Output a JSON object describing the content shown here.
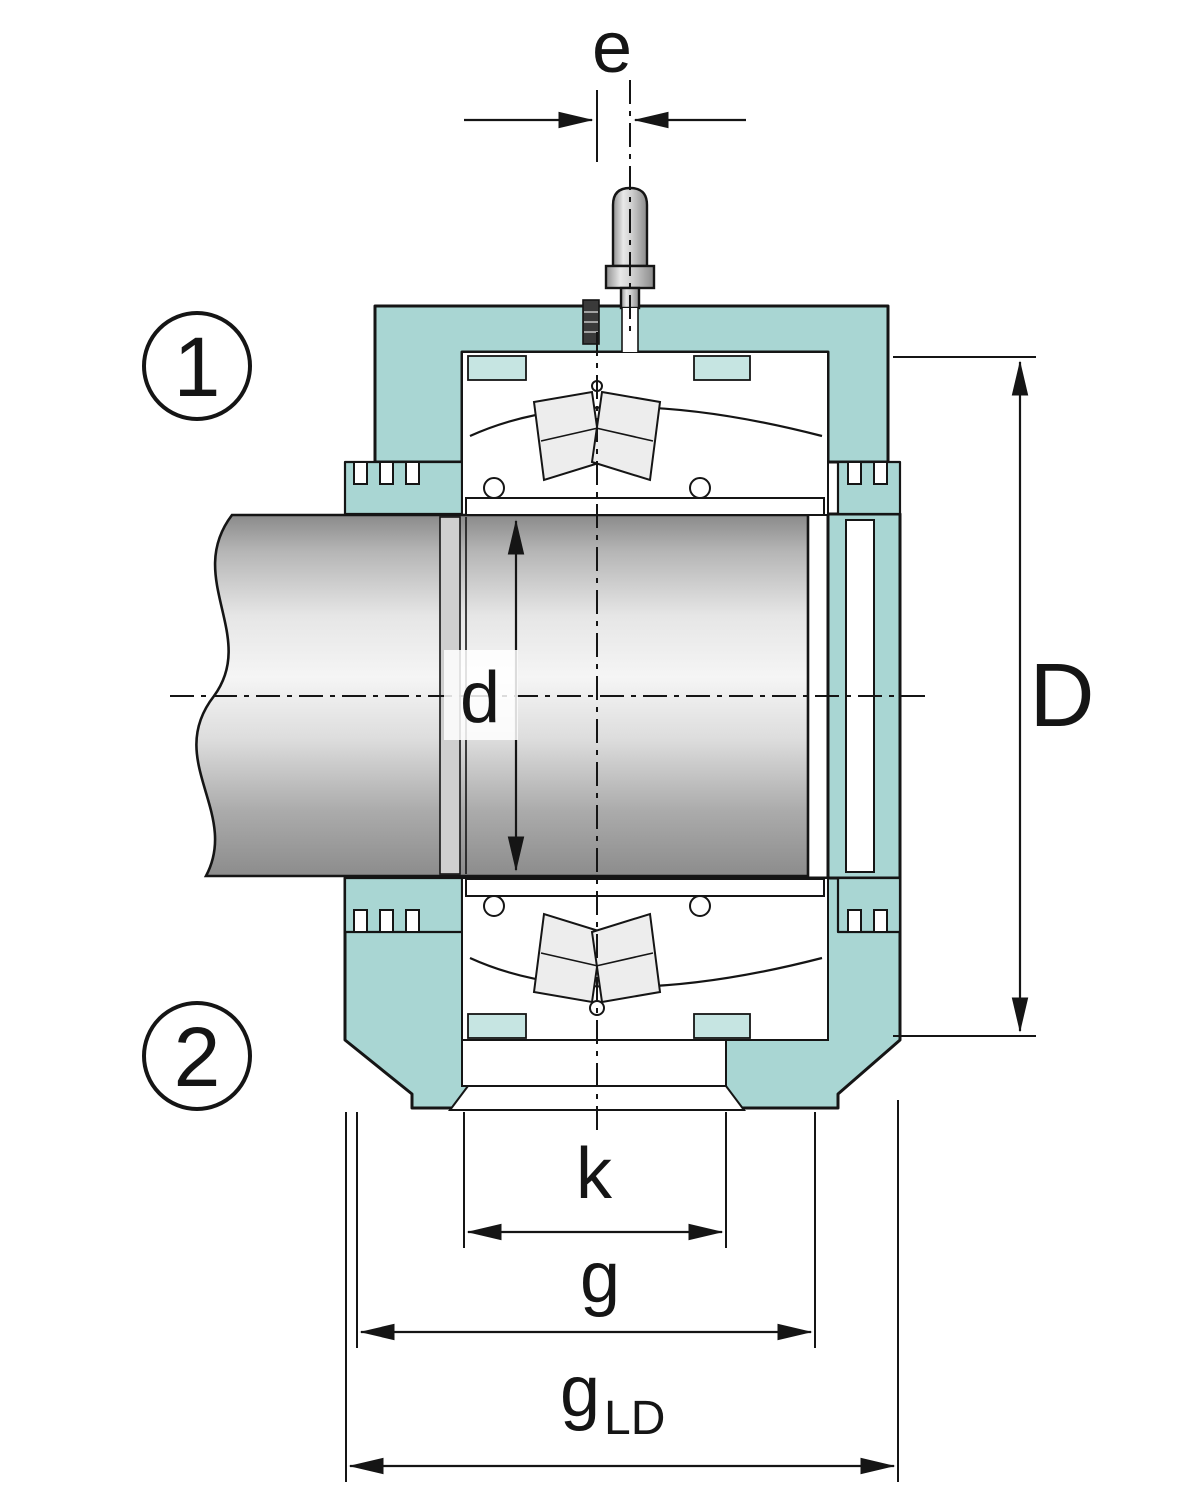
{
  "diagram": {
    "type": "technical-drawing",
    "subject": "split plummer block bearing housing cross-section with shaft, spherical roller bearing and grease fitting",
    "labels": {
      "e": "e",
      "d": "d",
      "D": "D",
      "k": "k",
      "g": "g",
      "g_ld_base": "g",
      "g_ld_sub": "LD"
    },
    "callouts": [
      {
        "id": "1"
      },
      {
        "id": "2"
      }
    ],
    "colors": {
      "housing": "#a9d6d3",
      "housing_light": "#c6e5e2",
      "outline": "#151515",
      "background": "#ffffff"
    }
  }
}
